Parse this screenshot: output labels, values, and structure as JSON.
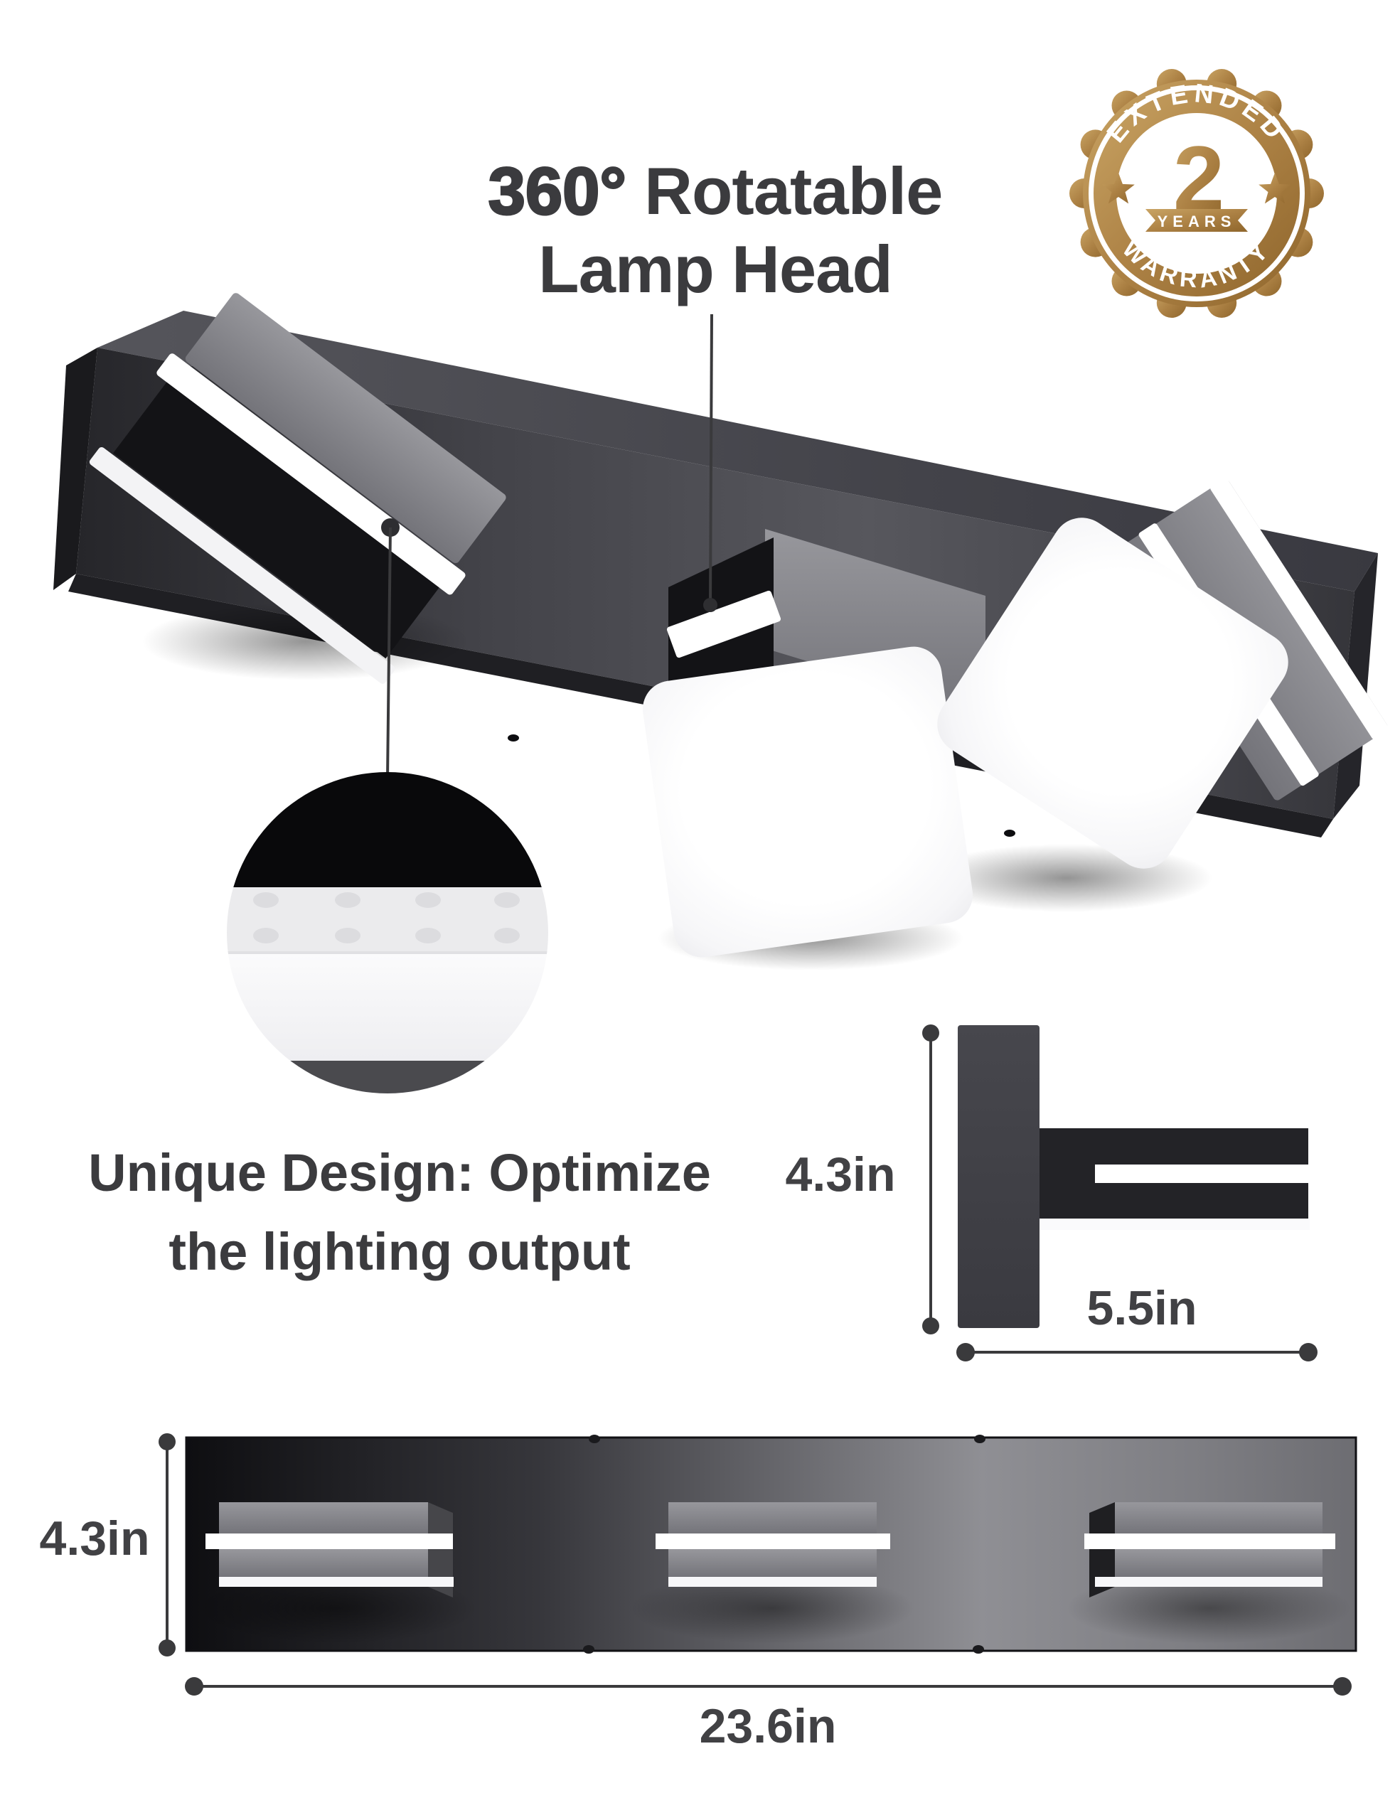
{
  "page": {
    "background": "#ffffff"
  },
  "title": {
    "bold_prefix": "360°",
    "rest": " Rotatable",
    "line2": "Lamp Head"
  },
  "warranty_badge": {
    "arc_top": "EXTENDED",
    "number": "2",
    "ribbon": "YEARS",
    "arc_bottom": "WARRANTY",
    "gold_color": "#ad8245"
  },
  "feature": {
    "line1": "Unique Design: Optimize",
    "line2": "the lighting output"
  },
  "dimensions": {
    "side_height": "4.3in",
    "side_depth": "5.5in",
    "front_height": "4.3in",
    "front_width": "23.6in"
  },
  "colors": {
    "text": "#3b3b3e",
    "dimension_line": "#3a3a3c",
    "fixture_black": "#131316",
    "led_white": "#ffffff"
  }
}
